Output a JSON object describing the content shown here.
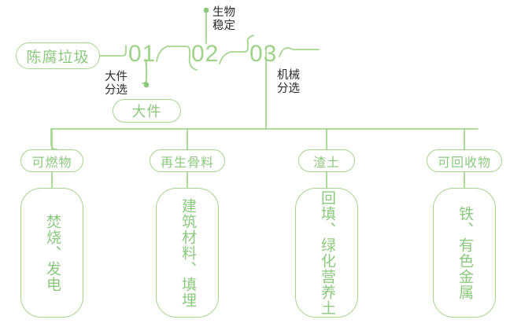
{
  "theme": {
    "line_color": "#a5d68f",
    "green_text": "#8cc97e",
    "numeral_color": "#9ed389",
    "dark_text": "#2b2b2b",
    "background": "#ffffff"
  },
  "flow": {
    "input": {
      "label": "陈腐垃圾"
    },
    "stages": [
      {
        "id": "01",
        "number": "01",
        "annotation": "大件\n分选",
        "annotation_line1": "大件",
        "annotation_line2": "分选",
        "output": "大件"
      },
      {
        "id": "02",
        "number": "02",
        "annotation": "生物\n稳定",
        "annotation_line1": "生物",
        "annotation_line2": "稳定",
        "output": ""
      },
      {
        "id": "03",
        "number": "03",
        "annotation": "机械\n分选",
        "annotation_line1": "机械",
        "annotation_line2": "分选",
        "output": ""
      }
    ]
  },
  "outputs": [
    {
      "pill": "可燃物",
      "detail": "焚烧、发电"
    },
    {
      "pill": "再生骨料",
      "detail": "建筑材料、填埋"
    },
    {
      "pill": "渣土",
      "detail": "回填、绿化营养土"
    },
    {
      "pill": "可回收物",
      "detail": "铁、有色金属"
    }
  ]
}
